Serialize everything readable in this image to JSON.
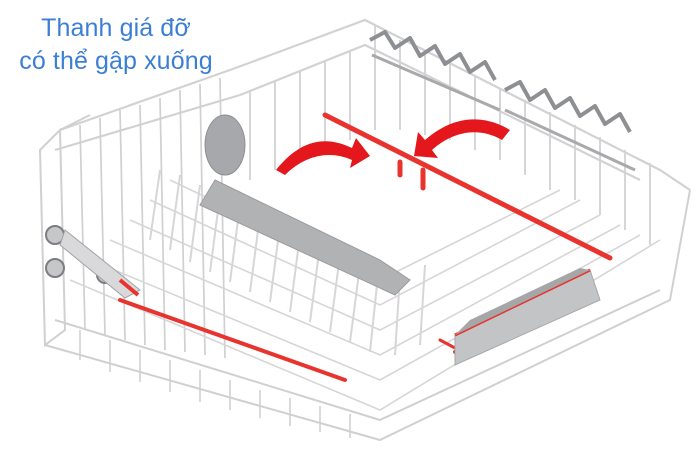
{
  "caption": {
    "line1": "Thanh giá đỡ",
    "line2": "có thể gập xuống",
    "color": "#3b7fd4"
  },
  "image": {
    "subject": "dishwasher-upper-basket",
    "wire_color": "#d4d4d6",
    "highlight_color": "#e8332e",
    "arrow_color": "#e3171c",
    "steel_color": "#b9b9bb"
  }
}
